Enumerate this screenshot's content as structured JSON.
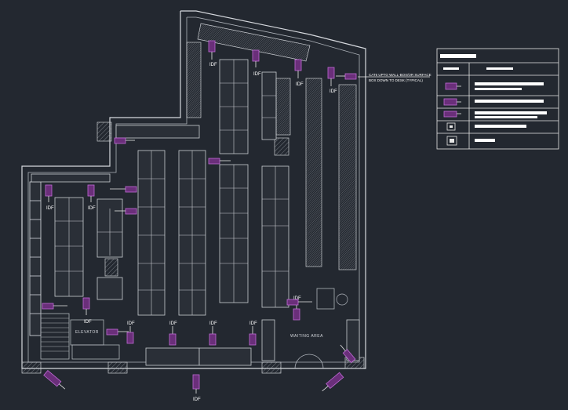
{
  "plan": {
    "idf_label": "IDF",
    "elevator_label": "ELEVATOR",
    "waiting_area_label": "WAITING AREA",
    "note_line1": "CAT6 UPTO WALL-BOX/OR SURFACE",
    "note_line2": "BOX DOWN TO DESK (TYPICAL)"
  },
  "colors": {
    "background": "#232830",
    "lines": "#d6d9de",
    "device": "#6a2f7a",
    "device_outline": "#c06bd6"
  },
  "legend": {
    "rows": [
      {
        "icon": "wall-box-icon"
      },
      {
        "icon": "ceiling-access-point-icon"
      },
      {
        "icon": "wall-access-point-icon"
      },
      {
        "icon": "data-outlet-icon"
      },
      {
        "icon": "floor-box-icon"
      }
    ]
  }
}
